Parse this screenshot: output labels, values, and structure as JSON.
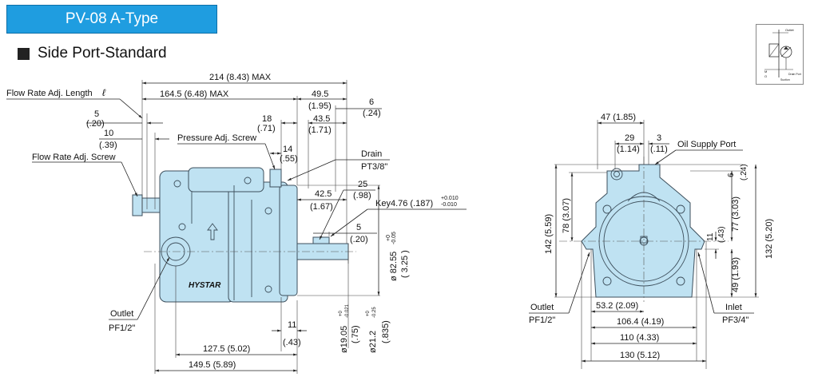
{
  "header": {
    "title": "PV-08  A-Type"
  },
  "section": {
    "heading": "Side Port-Standard"
  },
  "symbol": {
    "outlet": "Outlet",
    "suction": "Suction",
    "m": "M",
    "o": "O",
    "drain": "Drain Port"
  },
  "side_view": {
    "flow_rate_adj_length": "Flow Rate Adj. Length",
    "length_symbol": "ℓ",
    "flow_rate_adj_screw": "Flow Rate Adj. Screw",
    "pressure_adj_screw": "Pressure Adj. Screw",
    "drain": "Drain",
    "drain_thread": "PT3/8\"",
    "key": "Key4.76 (.187)",
    "key_tol_plus": "+0.010",
    "key_tol_minus": "-0.010",
    "outlet": "Outlet",
    "outlet_thread": "PF1/2\"",
    "brand": "HYSTAR",
    "dims": {
      "overall_max": "214 (8.43) MAX",
      "d164": "164.5 (6.48) MAX",
      "d49": "49.5",
      "d49i": "(1.95)",
      "d6": "6",
      "d6i": "(.24)",
      "d5a": "5",
      "d5ai": "(.20)",
      "d18": "18",
      "d18i": "(.71)",
      "d43": "43.5",
      "d43i": "(1.71)",
      "d10": "10",
      "d10i": "(.39)",
      "d14": "14",
      "d14i": "(.55)",
      "d25": "25",
      "d25i": "(.98)",
      "d42": "42.5",
      "d42i": "(1.67)",
      "d5b": "5",
      "d5bi": "(.20)",
      "d82": "ø 82.55",
      "d82i": "( 3.25 )",
      "d82tol_plus": "+0",
      "d82tol_minus": "-0.05",
      "d11": "11",
      "d11i": "(.43)",
      "d19": "ø19.05",
      "d19i": "(.75)",
      "d19tol_plus": "+0",
      "d19tol_minus": "-0.021",
      "d21": "ø21.2",
      "d21i": "(.835)",
      "d21tol_plus": "+0",
      "d21tol_minus": "-0.25",
      "d127": "127.5 (5.02)",
      "d149": "149.5 (5.89)"
    }
  },
  "front_view": {
    "oil_supply_port": "Oil Supply Port",
    "outlet": "Outlet",
    "outlet_thread": "PF1/2\"",
    "inlet": "Inlet",
    "inlet_thread": "PF3/4\"",
    "dims": {
      "d47": "47 (1.85)",
      "d29": "29",
      "d29i": "(1.14)",
      "d3": "3",
      "d3i": "(.11)",
      "d6": "6",
      "d6i": "(.24)",
      "d142": "142 (5.59)",
      "d78": "78 (3.07)",
      "d77": "77 (3.03)",
      "d132": "132 (5.20)",
      "d11": "11",
      "d11i": "(.43)",
      "d49": "49 (1.93)",
      "d53": "53.2 (2.09)",
      "d106": "106.4 (4.19)",
      "d110": "110 (4.33)",
      "d130": "130 (5.12)"
    }
  },
  "colors": {
    "title_bg": "#1f9de0",
    "pump_body": "#bfe2f2",
    "outline": "#3d4f5c"
  }
}
